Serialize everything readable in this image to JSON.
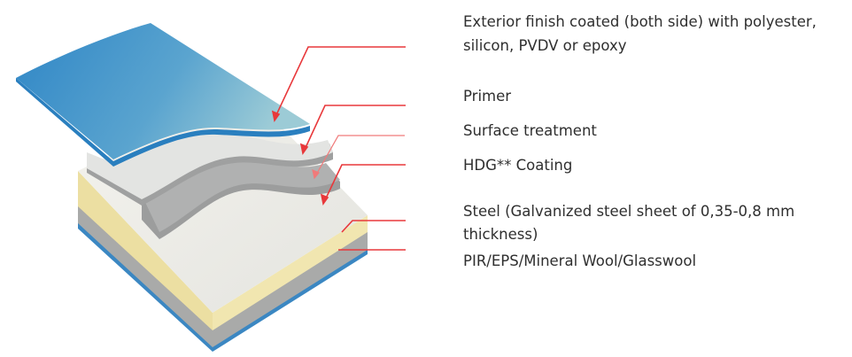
{
  "labels": {
    "finish_line1": "Exterior finish coated (both side) with polyester,",
    "finish_line2": "silicon, PVDV or epoxy",
    "primer": "Primer",
    "surface": "Surface treatment",
    "hdg": "HDG** Coating",
    "steel_line1": "Steel (Galvanized steel sheet of 0,35-0,8 mm",
    "steel_line2": "thickness)",
    "core": "PIR/EPS/Mineral Wool/Glasswool"
  },
  "colors": {
    "leader": "#e8383b",
    "finish": "#3a8fc8",
    "primer": "#e4e5e3",
    "surface": "#a7a8a8",
    "core": "#efe6b5",
    "text": "#2f2f2f"
  }
}
